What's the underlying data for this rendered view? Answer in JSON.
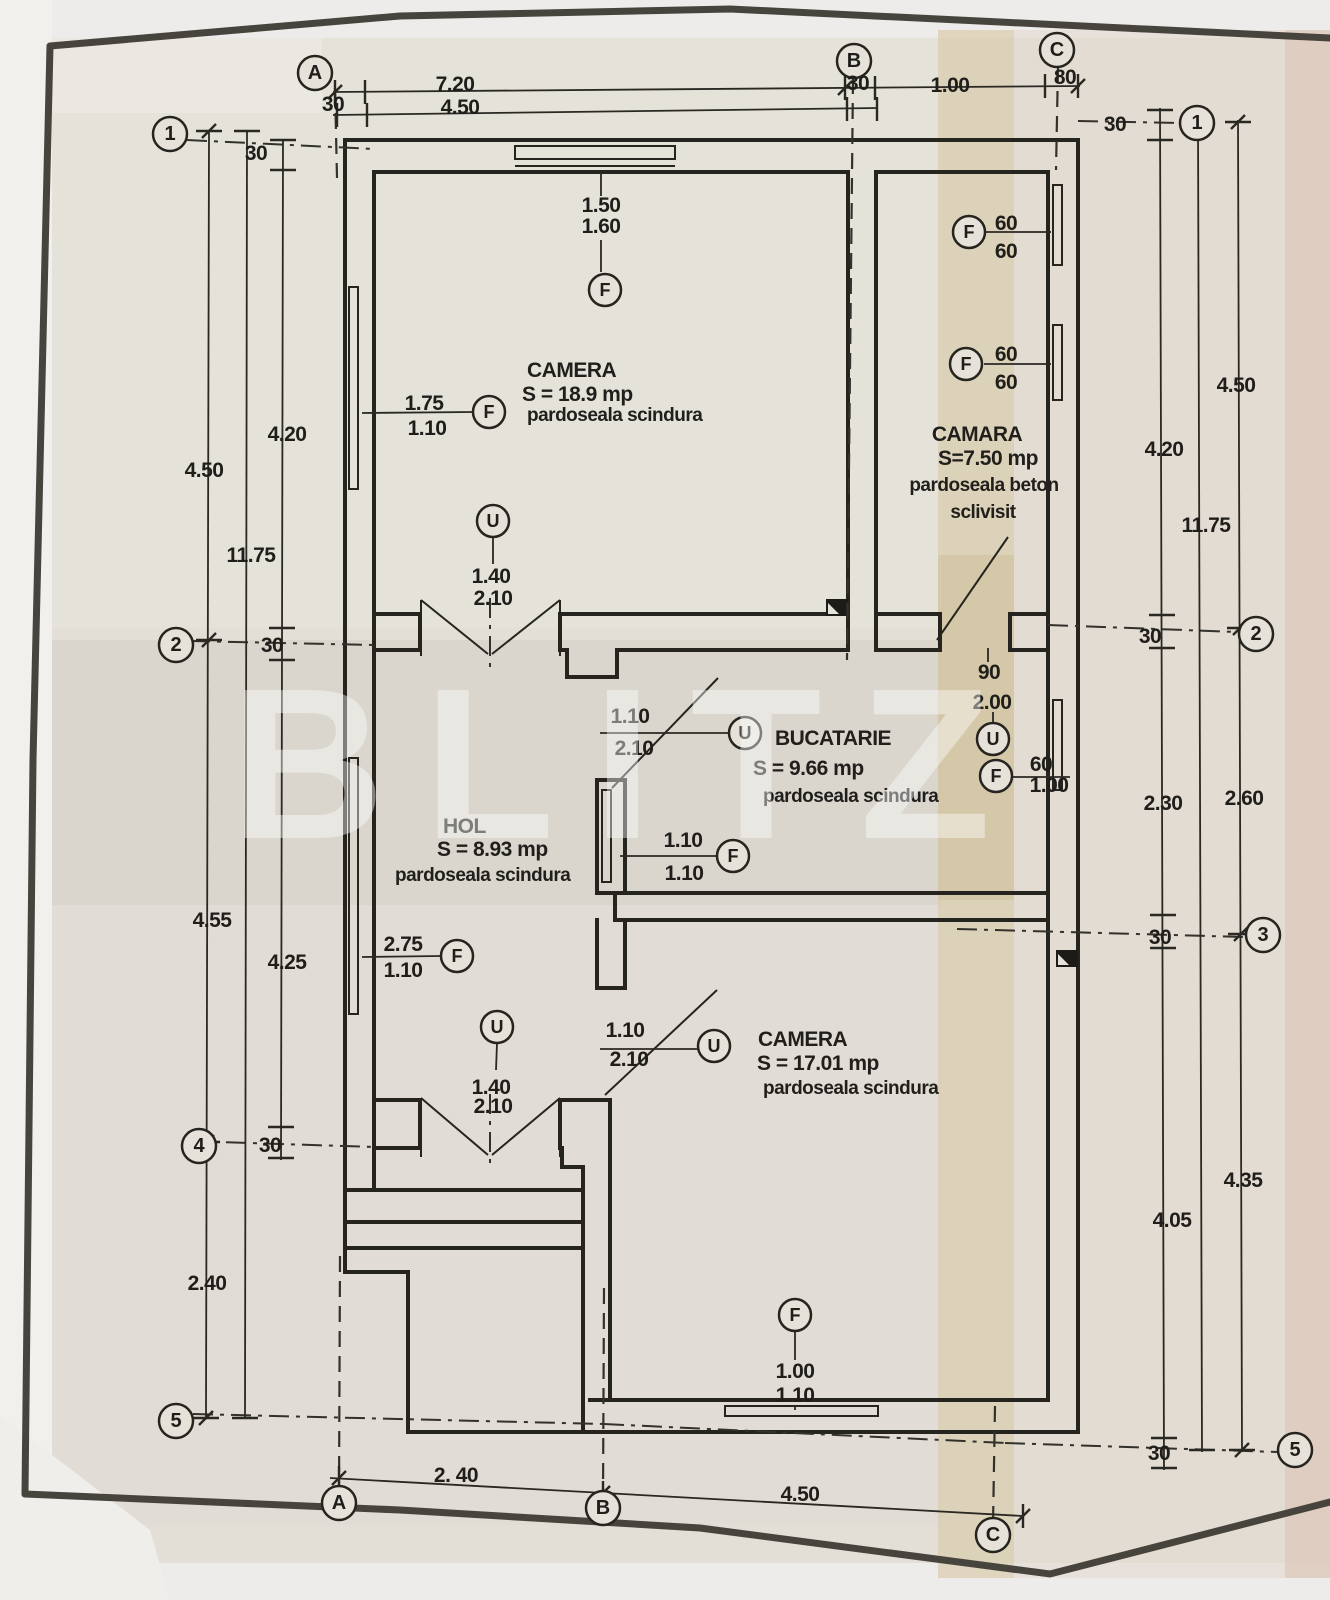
{
  "watermark": "BLITZ",
  "axes": {
    "a": "A",
    "b": "B",
    "c": "C",
    "n1": "1",
    "n2": "2",
    "n3": "3",
    "n4": "4",
    "n5": "5"
  },
  "rooms": {
    "camera_top": {
      "name": "CAMERA",
      "area": "S =  18.9 mp",
      "floor": "pardoseala scindura"
    },
    "camara": {
      "name": "CAMARA",
      "area": "S=7.50 mp",
      "floor1": "pardoseala beton",
      "floor2": "sclivisit"
    },
    "bucatarie": {
      "name": "BUCATARIE",
      "area": "S =  9.66 mp",
      "floor": "pardoseala scindura"
    },
    "hol": {
      "name": "HOL",
      "area": "S = 8.93 mp",
      "floor": "pardoseala scindura"
    },
    "camera_bottom": {
      "name": "CAMERA",
      "area": "S = 17.01 mp",
      "floor": "pardoseala scindura"
    }
  },
  "dims": {
    "top_span": "7.20",
    "top_ab": "4.50",
    "wall_a": "30",
    "row1_left_wall": "30",
    "wall_b": "30",
    "top_bc": "1.00",
    "wall_c": "80",
    "row1_right_wall": "30",
    "left_upper_outer": "4.50",
    "left_upper_inner": "4.20",
    "left_total": "11.75",
    "row2_left_wall": "30",
    "left_mid_outer": "4.55",
    "left_mid_inner": "4.25",
    "row4_left_wall": "30",
    "left_lower_outer": "2.40",
    "right_upper_outer": "4.50",
    "right_upper_inner": "4.20",
    "right_total": "11.75",
    "row2_right_wall": "30",
    "right_mid_inner": "2.30",
    "right_mid_outer": "2.60",
    "row3_right_wall": "30",
    "right_lower_outer": "4.35",
    "right_lower_inner": "4.05",
    "row5_right_wall": "30",
    "bottom_ab": "2. 40",
    "bottom_bc": "4.50"
  },
  "openings": {
    "win_top": {
      "w": "1.50",
      "h": "1.60",
      "tag": "F"
    },
    "win_west_upper": {
      "w": "1.75",
      "h": "1.10",
      "tag": "F"
    },
    "win_east_1": {
      "w": "60",
      "h": "60",
      "tag": "F"
    },
    "win_east_2": {
      "w": "60",
      "h": "60",
      "tag": "F"
    },
    "door_main_upper": {
      "w": "1.40",
      "h": "2.10",
      "tag": "U"
    },
    "door_bucatarie": {
      "w": "1.10",
      "h": "2.10",
      "tag": "U"
    },
    "door_camara": {
      "w": "90",
      "h": "2.00",
      "tag": "U"
    },
    "win_east_3": {
      "w": "60",
      "h": "1.00",
      "tag": "F"
    },
    "win_hol": {
      "w": "1.10",
      "h": "1.10",
      "tag": "F"
    },
    "win_west_lower": {
      "w": "2.75",
      "h": "1.10",
      "tag": "F"
    },
    "door_main_lower": {
      "w": "1.40",
      "h": "2.10",
      "tag": "U"
    },
    "door_camera_lower": {
      "w": "1.10",
      "h": "2.10",
      "tag": "U"
    },
    "win_south": {
      "w": "1.00",
      "h": "1.10",
      "tag": "F"
    }
  }
}
